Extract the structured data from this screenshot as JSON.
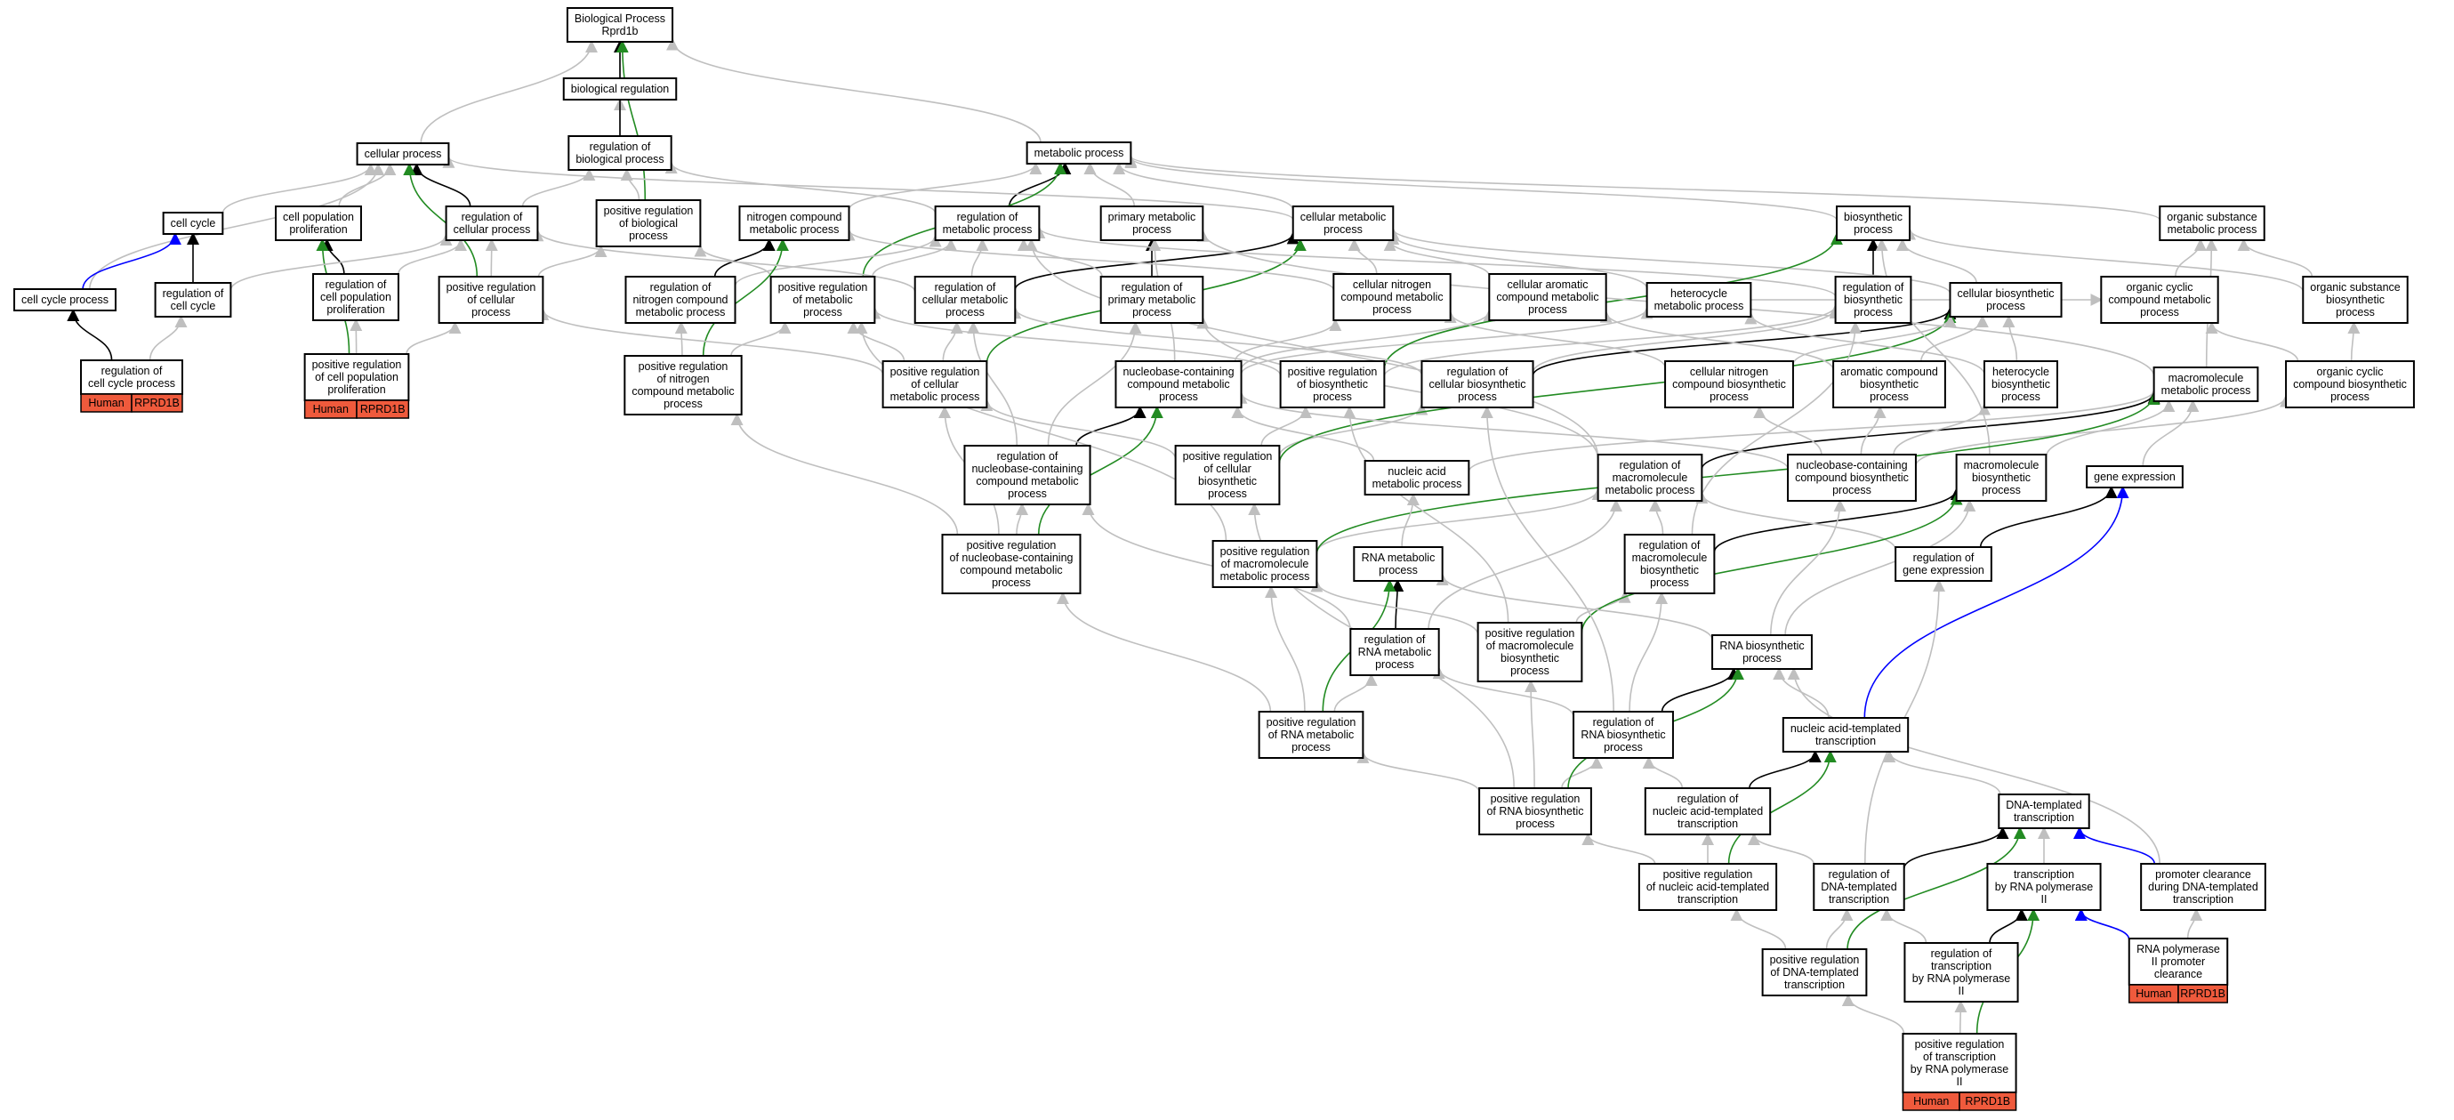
{
  "colors": {
    "is_a": "#bfbfbf",
    "part_of": "#000000",
    "positively_regulates": "#228b22",
    "regulates": "#0000ff",
    "annotation_tag": "#ef5a3c"
  },
  "nodes": [
    {
      "id": "root",
      "lines": [
        "Biological Process",
        "Rprd1b"
      ]
    },
    {
      "id": "bioreg",
      "lines": [
        "biological regulation"
      ]
    },
    {
      "id": "regbio",
      "lines": [
        "regulation of",
        "biological process"
      ]
    },
    {
      "id": "cellproc",
      "lines": [
        "cellular process"
      ]
    },
    {
      "id": "metab",
      "lines": [
        "metabolic process"
      ]
    },
    {
      "id": "cellcycle",
      "lines": [
        "cell cycle"
      ]
    },
    {
      "id": "cellpopprolif",
      "lines": [
        "cell population",
        "proliferation"
      ]
    },
    {
      "id": "regcellproc",
      "lines": [
        "regulation of",
        "cellular process"
      ]
    },
    {
      "id": "posregbio",
      "lines": [
        "positive regulation",
        "of biological",
        "process"
      ]
    },
    {
      "id": "nitro",
      "lines": [
        "nitrogen compound",
        "metabolic process"
      ]
    },
    {
      "id": "regmetab",
      "lines": [
        "regulation of",
        "metabolic process"
      ]
    },
    {
      "id": "primmetab",
      "lines": [
        "primary metabolic",
        "process"
      ]
    },
    {
      "id": "cellmetab",
      "lines": [
        "cellular metabolic",
        "process"
      ]
    },
    {
      "id": "biosyn",
      "lines": [
        "biosynthetic",
        "process"
      ]
    },
    {
      "id": "orgsub",
      "lines": [
        "organic substance",
        "metabolic process"
      ]
    },
    {
      "id": "ccp",
      "lines": [
        "cell cycle process"
      ]
    },
    {
      "id": "regcc",
      "lines": [
        "regulation of",
        "cell cycle"
      ]
    },
    {
      "id": "regcpp",
      "lines": [
        "regulation of",
        "cell population",
        "proliferation"
      ]
    },
    {
      "id": "posregcell",
      "lines": [
        "positive regulation",
        "of cellular",
        "process"
      ]
    },
    {
      "id": "regnitro",
      "lines": [
        "regulation of",
        "nitrogen compound",
        "metabolic process"
      ]
    },
    {
      "id": "posregmetab",
      "lines": [
        "positive regulation",
        "of metabolic",
        "process"
      ]
    },
    {
      "id": "regcellmetab",
      "lines": [
        "regulation of",
        "cellular metabolic",
        "process"
      ]
    },
    {
      "id": "regprim",
      "lines": [
        "regulation of",
        "primary metabolic",
        "process"
      ]
    },
    {
      "id": "cellnitro",
      "lines": [
        "cellular nitrogen",
        "compound metabolic",
        "process"
      ]
    },
    {
      "id": "cellarom",
      "lines": [
        "cellular aromatic",
        "compound metabolic",
        "process"
      ]
    },
    {
      "id": "hetero",
      "lines": [
        "heterocycle",
        "metabolic process"
      ]
    },
    {
      "id": "regbiosyn",
      "lines": [
        "regulation of",
        "biosynthetic",
        "process"
      ]
    },
    {
      "id": "cellbiosyn",
      "lines": [
        "cellular biosynthetic",
        "process"
      ]
    },
    {
      "id": "orgcyc",
      "lines": [
        "organic cyclic",
        "compound metabolic",
        "process"
      ]
    },
    {
      "id": "orgsubbio",
      "lines": [
        "organic substance",
        "biosynthetic",
        "process"
      ]
    },
    {
      "id": "regccp",
      "lines": [
        "regulation of",
        "cell cycle process"
      ],
      "tags": [
        "Human",
        "RPRD1B"
      ]
    },
    {
      "id": "posregcpp",
      "lines": [
        "positive regulation",
        "of cell population",
        "proliferation"
      ],
      "tags": [
        "Human",
        "RPRD1B"
      ]
    },
    {
      "id": "posregnitro",
      "lines": [
        "positive regulation",
        "of nitrogen",
        "compound metabolic",
        "process"
      ]
    },
    {
      "id": "posregcellmetab",
      "lines": [
        "positive regulation",
        "of cellular",
        "metabolic process"
      ]
    },
    {
      "id": "nucbase",
      "lines": [
        "nucleobase-containing",
        "compound metabolic",
        "process"
      ]
    },
    {
      "id": "posregbiosyn",
      "lines": [
        "positive regulation",
        "of biosynthetic",
        "process"
      ]
    },
    {
      "id": "regcellbiosyn",
      "lines": [
        "regulation of",
        "cellular biosynthetic",
        "process"
      ]
    },
    {
      "id": "cellnitrobio",
      "lines": [
        "cellular nitrogen",
        "compound biosynthetic",
        "process"
      ]
    },
    {
      "id": "arombio",
      "lines": [
        "aromatic compound",
        "biosynthetic",
        "process"
      ]
    },
    {
      "id": "heterobio",
      "lines": [
        "heterocycle",
        "biosynthetic",
        "process"
      ]
    },
    {
      "id": "macromol",
      "lines": [
        "macromolecule",
        "metabolic process"
      ]
    },
    {
      "id": "orgcycbio",
      "lines": [
        "organic cyclic",
        "compound biosynthetic",
        "process"
      ]
    },
    {
      "id": "regnucbase",
      "lines": [
        "regulation of",
        "nucleobase-containing",
        "compound metabolic",
        "process"
      ]
    },
    {
      "id": "posregcellbiosyn",
      "lines": [
        "positive regulation",
        "of cellular",
        "biosynthetic",
        "process"
      ]
    },
    {
      "id": "nucacidmetab",
      "lines": [
        "nucleic acid",
        "metabolic process"
      ]
    },
    {
      "id": "regmacro",
      "lines": [
        "regulation of",
        "macromolecule",
        "metabolic process"
      ]
    },
    {
      "id": "nucbasebio",
      "lines": [
        "nucleobase-containing",
        "compound biosynthetic",
        "process"
      ]
    },
    {
      "id": "macrobio",
      "lines": [
        "macromolecule",
        "biosynthetic",
        "process"
      ]
    },
    {
      "id": "geneexp",
      "lines": [
        "gene expression"
      ]
    },
    {
      "id": "posregnucbase",
      "lines": [
        "positive regulation",
        "of nucleobase-containing",
        "compound metabolic",
        "process"
      ]
    },
    {
      "id": "posregmacro",
      "lines": [
        "positive regulation",
        "of macromolecule",
        "metabolic process"
      ]
    },
    {
      "id": "rnametab",
      "lines": [
        "RNA metabolic",
        "process"
      ]
    },
    {
      "id": "regmacrobio",
      "lines": [
        "regulation of",
        "macromolecule",
        "biosynthetic",
        "process"
      ]
    },
    {
      "id": "reggeneexp",
      "lines": [
        "regulation of",
        "gene expression"
      ]
    },
    {
      "id": "regrnametab",
      "lines": [
        "regulation of",
        "RNA metabolic",
        "process"
      ]
    },
    {
      "id": "posregmacrobio",
      "lines": [
        "positive regulation",
        "of macromolecule",
        "biosynthetic",
        "process"
      ]
    },
    {
      "id": "rnabio",
      "lines": [
        "RNA biosynthetic",
        "process"
      ]
    },
    {
      "id": "posregrnametab",
      "lines": [
        "positive regulation",
        "of RNA metabolic",
        "process"
      ]
    },
    {
      "id": "regrnabio",
      "lines": [
        "regulation of",
        "RNA biosynthetic",
        "process"
      ]
    },
    {
      "id": "nucacidtx",
      "lines": [
        "nucleic acid-templated",
        "transcription"
      ]
    },
    {
      "id": "posregrnabio",
      "lines": [
        "positive regulation",
        "of RNA biosynthetic",
        "process"
      ]
    },
    {
      "id": "regnucacidtx",
      "lines": [
        "regulation of",
        "nucleic acid-templated",
        "transcription"
      ]
    },
    {
      "id": "dnatx",
      "lines": [
        "DNA-templated",
        "transcription"
      ]
    },
    {
      "id": "posregnucacidtx",
      "lines": [
        "positive regulation",
        "of nucleic acid-templated",
        "transcription"
      ]
    },
    {
      "id": "regdnatx",
      "lines": [
        "regulation of",
        "DNA-templated",
        "transcription"
      ]
    },
    {
      "id": "txpol2",
      "lines": [
        "transcription",
        "by RNA polymerase",
        "II"
      ]
    },
    {
      "id": "promclear",
      "lines": [
        "promoter clearance",
        "during DNA-templated",
        "transcription"
      ]
    },
    {
      "id": "posregdnatx",
      "lines": [
        "positive regulation",
        "of DNA-templated",
        "transcription"
      ]
    },
    {
      "id": "regtxpol2",
      "lines": [
        "regulation of",
        "transcription",
        "by RNA polymerase",
        "II"
      ]
    },
    {
      "id": "rnapol2prom",
      "lines": [
        "RNA polymerase",
        "II promoter",
        "clearance"
      ],
      "tags": [
        "Human",
        "RPRD1B"
      ]
    },
    {
      "id": "posregtxpol2",
      "lines": [
        "positive regulation",
        "of transcription",
        "by RNA polymerase",
        "II"
      ],
      "tags": [
        "Human",
        "RPRD1B"
      ]
    }
  ]
}
